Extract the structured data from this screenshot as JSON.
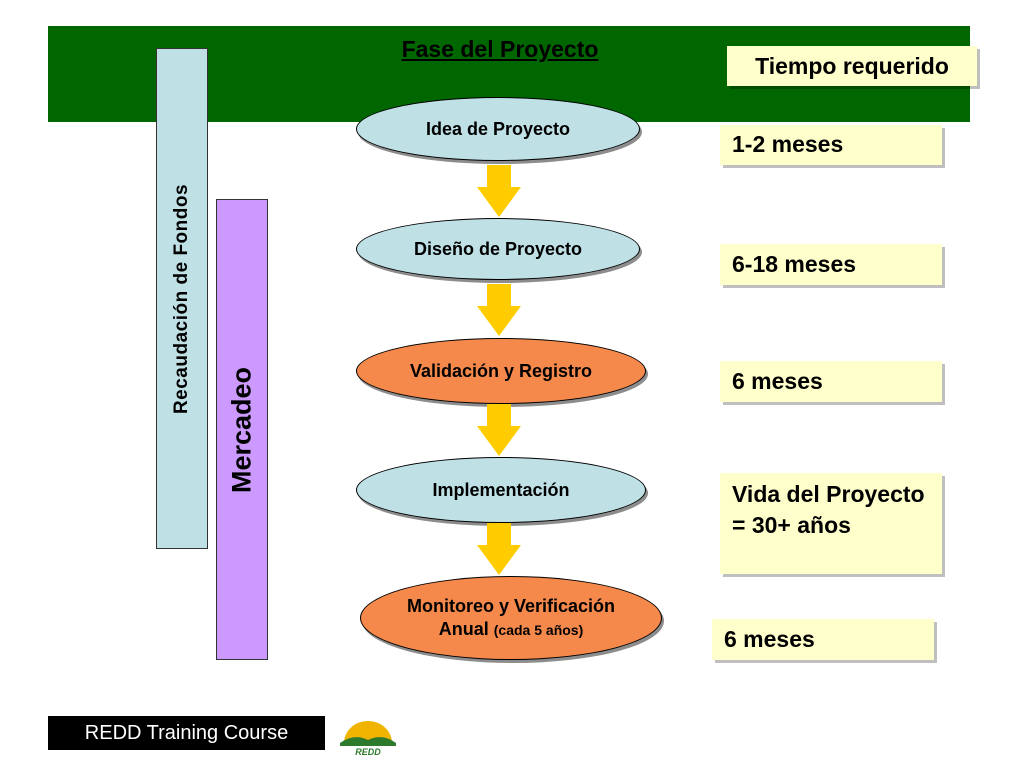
{
  "header": {
    "title": "Fase del Proyecto",
    "time_title": "Tiempo requerido"
  },
  "side_bars": {
    "fondos": "Recaudación de Fondos",
    "mercadeo": "Mercadeo"
  },
  "phases": [
    {
      "label": "Idea de Proyecto"
    },
    {
      "label": "Diseño de Proyecto"
    },
    {
      "label": "Validación y Registro"
    },
    {
      "label": "Implementación"
    },
    {
      "label": "Monitoreo y Verificación",
      "line2": "Anual",
      "note": "(cada 5 años)"
    }
  ],
  "times": [
    "1-2 meses",
    "6-18 meses",
    "6 meses",
    "Vida del Proyecto = 30+ años",
    "6 meses"
  ],
  "footer": {
    "course": "REDD Training Course",
    "logo_text": "REDD"
  },
  "colors": {
    "band": "#006600",
    "time_box": "#ffffcc",
    "phase_blue": "#bfe1e6",
    "phase_orange": "#f5894c",
    "mercadeo": "#cc99ff",
    "arrow": "#ffcc00"
  }
}
